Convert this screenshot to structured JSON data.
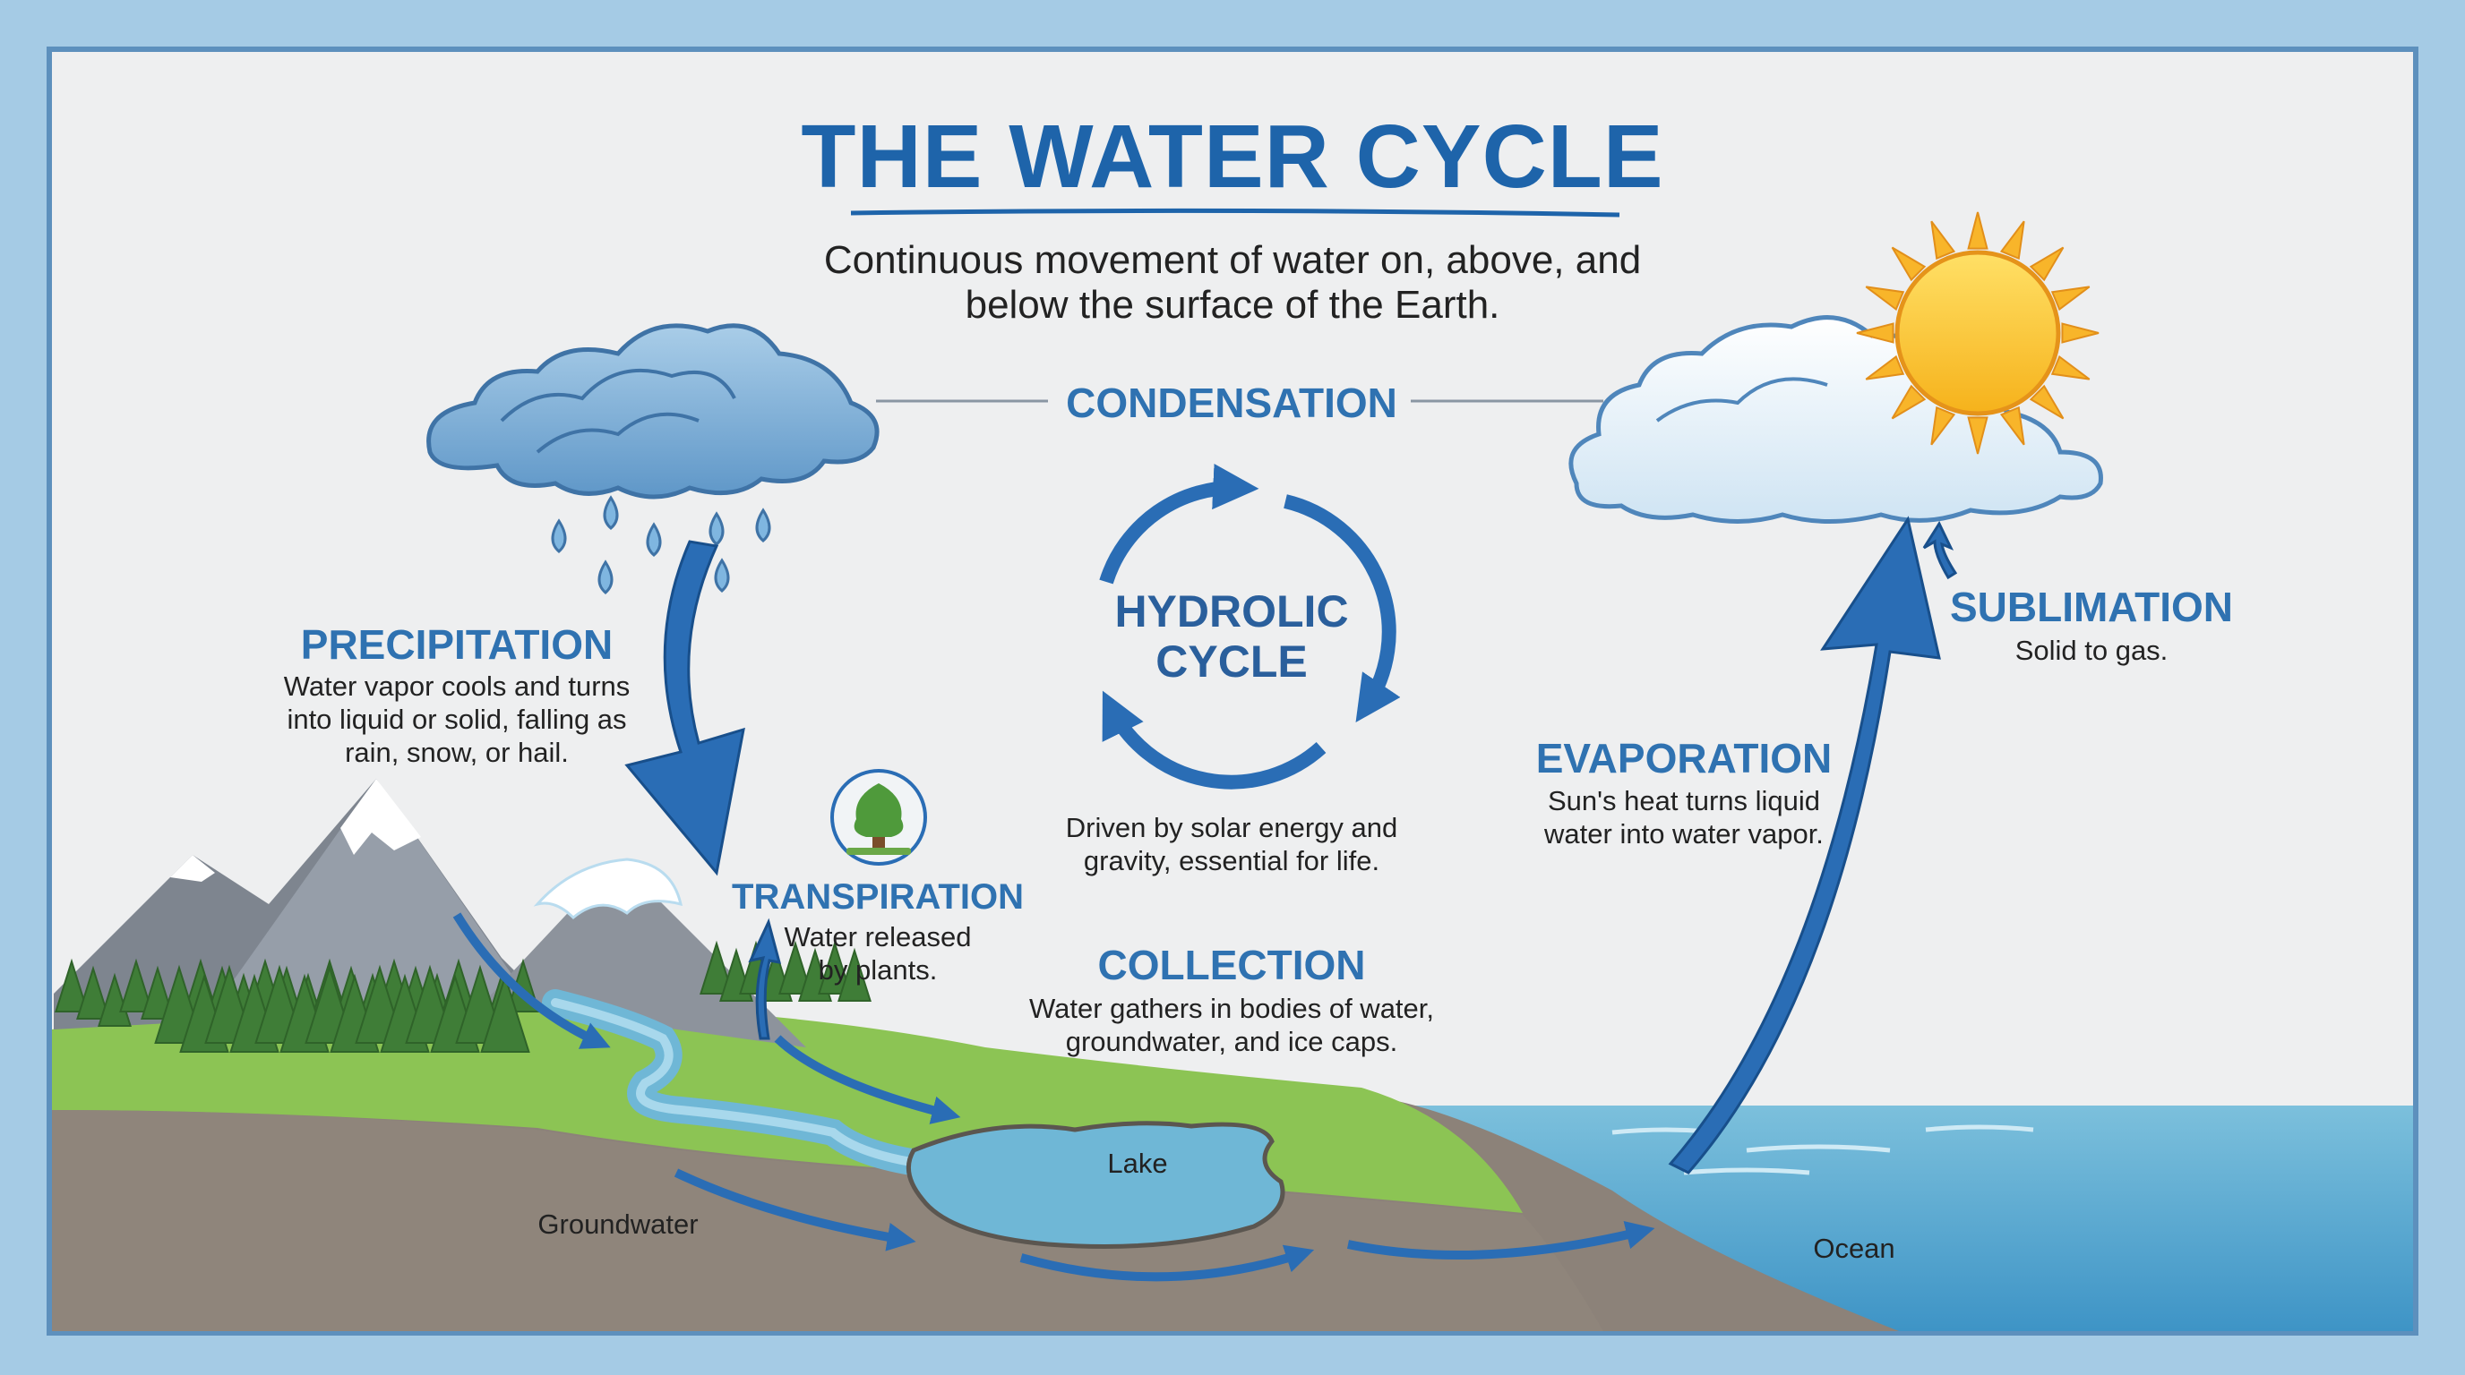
{
  "title": "THE WATER CYCLE",
  "subtitle": "Continuous movement of water on, above, and below the surface of the Earth.",
  "condensation": {
    "heading": "CONDENSATION"
  },
  "precipitation": {
    "heading": "PRECIPITATION",
    "text": "Water vapor cools and turns into liquid or solid, falling as rain, snow, or hail."
  },
  "transpiration": {
    "heading": "TRANSPIRATION",
    "text": "Water released by plants."
  },
  "hydrologic": {
    "label": "HYDROLIC CYCLE",
    "text": "Driven by solar energy and gravity, essential for life."
  },
  "collection": {
    "heading": "COLLECTION",
    "text": "Water gathers in bodies of water, groundwater, and ice caps."
  },
  "evaporation": {
    "heading": "EVAPORATION",
    "text": "Sun's heat turns liquid water into water vapor."
  },
  "sublimation": {
    "heading": "SUBLIMATION",
    "text": "Solid to gas."
  },
  "labels": {
    "lake": "Lake",
    "groundwater": "Groundwater",
    "ocean": "Ocean"
  },
  "colors": {
    "title": "#1e64aa",
    "heading": "#2f72b1",
    "arrow": "#2a6db5",
    "water": "#6fb7d6",
    "grass": "#86c050",
    "frame": "#a5cbe5"
  },
  "icons": [
    "rain-cloud-icon",
    "sun-icon",
    "cloud-icon",
    "tree-icon",
    "cycle-arrows-icon",
    "mountain-icon"
  ]
}
